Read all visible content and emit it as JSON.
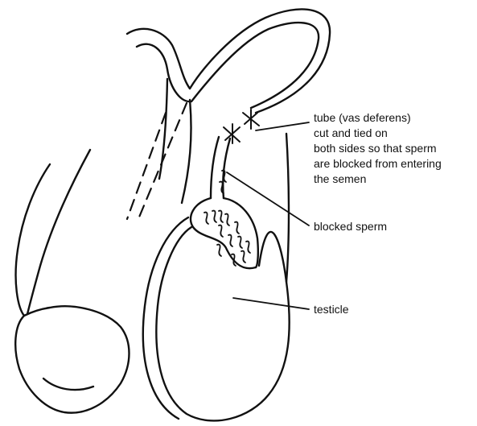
{
  "labels": {
    "vas_deferens": {
      "lines": [
        "tube (vas deferens)",
        "cut and tied on",
        "both sides so that sperm",
        "are blocked from entering",
        "the semen"
      ]
    },
    "blocked_sperm": "blocked sperm",
    "testicle": "testicle"
  },
  "style": {
    "ink_color": "#111111",
    "background": "#ffffff"
  }
}
